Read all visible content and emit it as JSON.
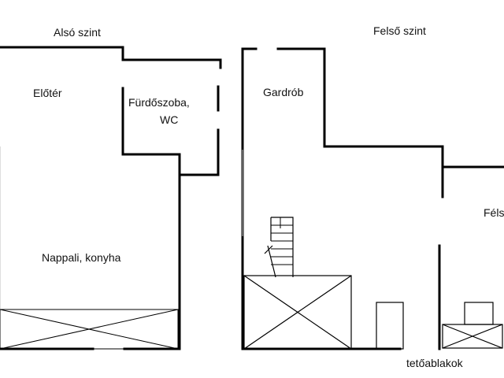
{
  "floors": {
    "lower": {
      "title": "Alsó szint",
      "rooms": {
        "entry": "Előtér",
        "bathroom_line1": "Fürdőszoba,",
        "bathroom_line2": "WC",
        "living": "Nappali, konyha"
      }
    },
    "upper": {
      "title": "Felső szint",
      "rooms": {
        "wardrobe": "Gardrób",
        "partial_room": "Féls"
      },
      "annotation": "tetőablakok"
    }
  }
}
